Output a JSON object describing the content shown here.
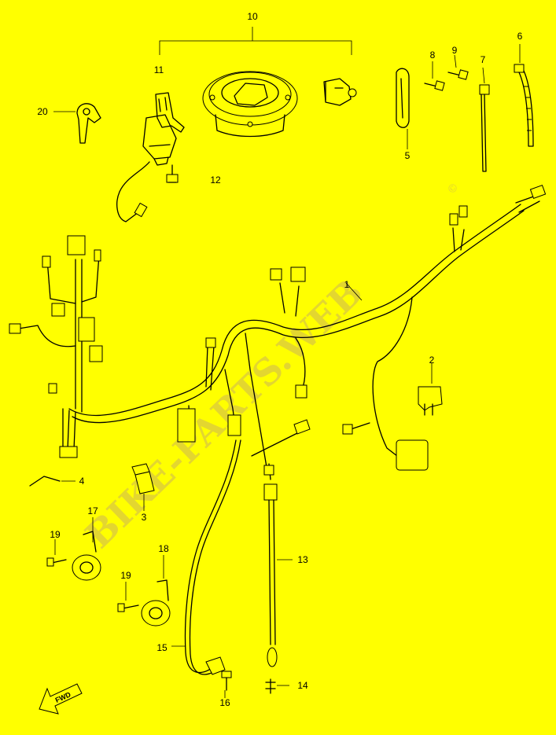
{
  "watermark": {
    "text": "BIKE-PARTS.WEB",
    "symbol": "©"
  },
  "fwd_label": "FWD",
  "callouts": [
    {
      "id": "c1",
      "label": "1"
    },
    {
      "id": "c2",
      "label": "2"
    },
    {
      "id": "c3",
      "label": "3"
    },
    {
      "id": "c4",
      "label": "4"
    },
    {
      "id": "c5",
      "label": "5"
    },
    {
      "id": "c6",
      "label": "6"
    },
    {
      "id": "c7",
      "label": "7"
    },
    {
      "id": "c8",
      "label": "8"
    },
    {
      "id": "c9",
      "label": "9"
    },
    {
      "id": "c10",
      "label": "10"
    },
    {
      "id": "c11",
      "label": "11"
    },
    {
      "id": "c12",
      "label": "12"
    },
    {
      "id": "c13",
      "label": "13"
    },
    {
      "id": "c14",
      "label": "14"
    },
    {
      "id": "c15",
      "label": "15"
    },
    {
      "id": "c16",
      "label": "16"
    },
    {
      "id": "c17",
      "label": "17"
    },
    {
      "id": "c18",
      "label": "18"
    },
    {
      "id": "c19a",
      "label": "19"
    },
    {
      "id": "c19b",
      "label": "19"
    },
    {
      "id": "c20",
      "label": "20"
    }
  ]
}
